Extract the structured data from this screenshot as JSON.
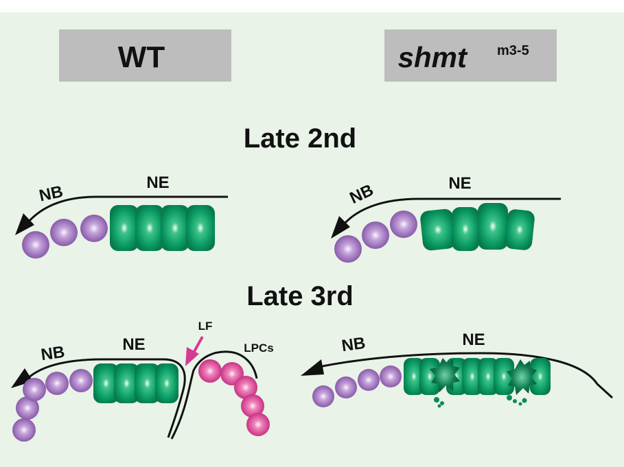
{
  "header_left": {
    "label": "WT"
  },
  "header_right": {
    "label": "shmt",
    "superscript": "m3-5"
  },
  "stage_1": {
    "title": "Late 2nd"
  },
  "stage_2": {
    "title": "Late 3rd"
  },
  "labels": {
    "nb": "NB",
    "ne": "NE",
    "lf": "LF",
    "lpcs": "LPCs"
  },
  "colors": {
    "background": "#e9f3e8",
    "header_box": "#bdbdbd",
    "ne_cell": "#0b9a64",
    "nb_cell": "#a77cc3",
    "lpc_cell": "#dc4f98",
    "lf_arrow": "#d63a93",
    "arrow": "#111111"
  }
}
